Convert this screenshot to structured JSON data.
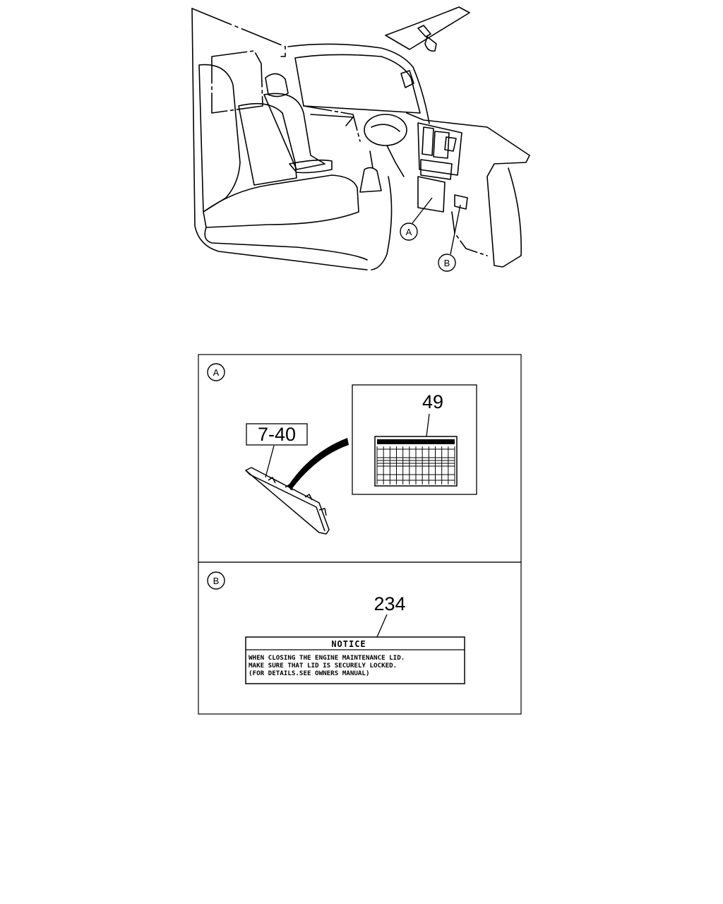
{
  "overview": {
    "callout_a": "A",
    "callout_b": "B"
  },
  "panel_a": {
    "label": "A",
    "part_ref": "7-40",
    "part_number": "49"
  },
  "panel_b": {
    "label": "B",
    "part_number": "234",
    "notice_title": "NOTICE",
    "notice_lines": [
      "WHEN CLOSING THE ENGINE MAINTENANCE LID.",
      "MAKE SURE THAT LID IS SECURELY LOCKED.",
      "(FOR DETAILS.SEE OWNERS MANUAL)"
    ]
  }
}
